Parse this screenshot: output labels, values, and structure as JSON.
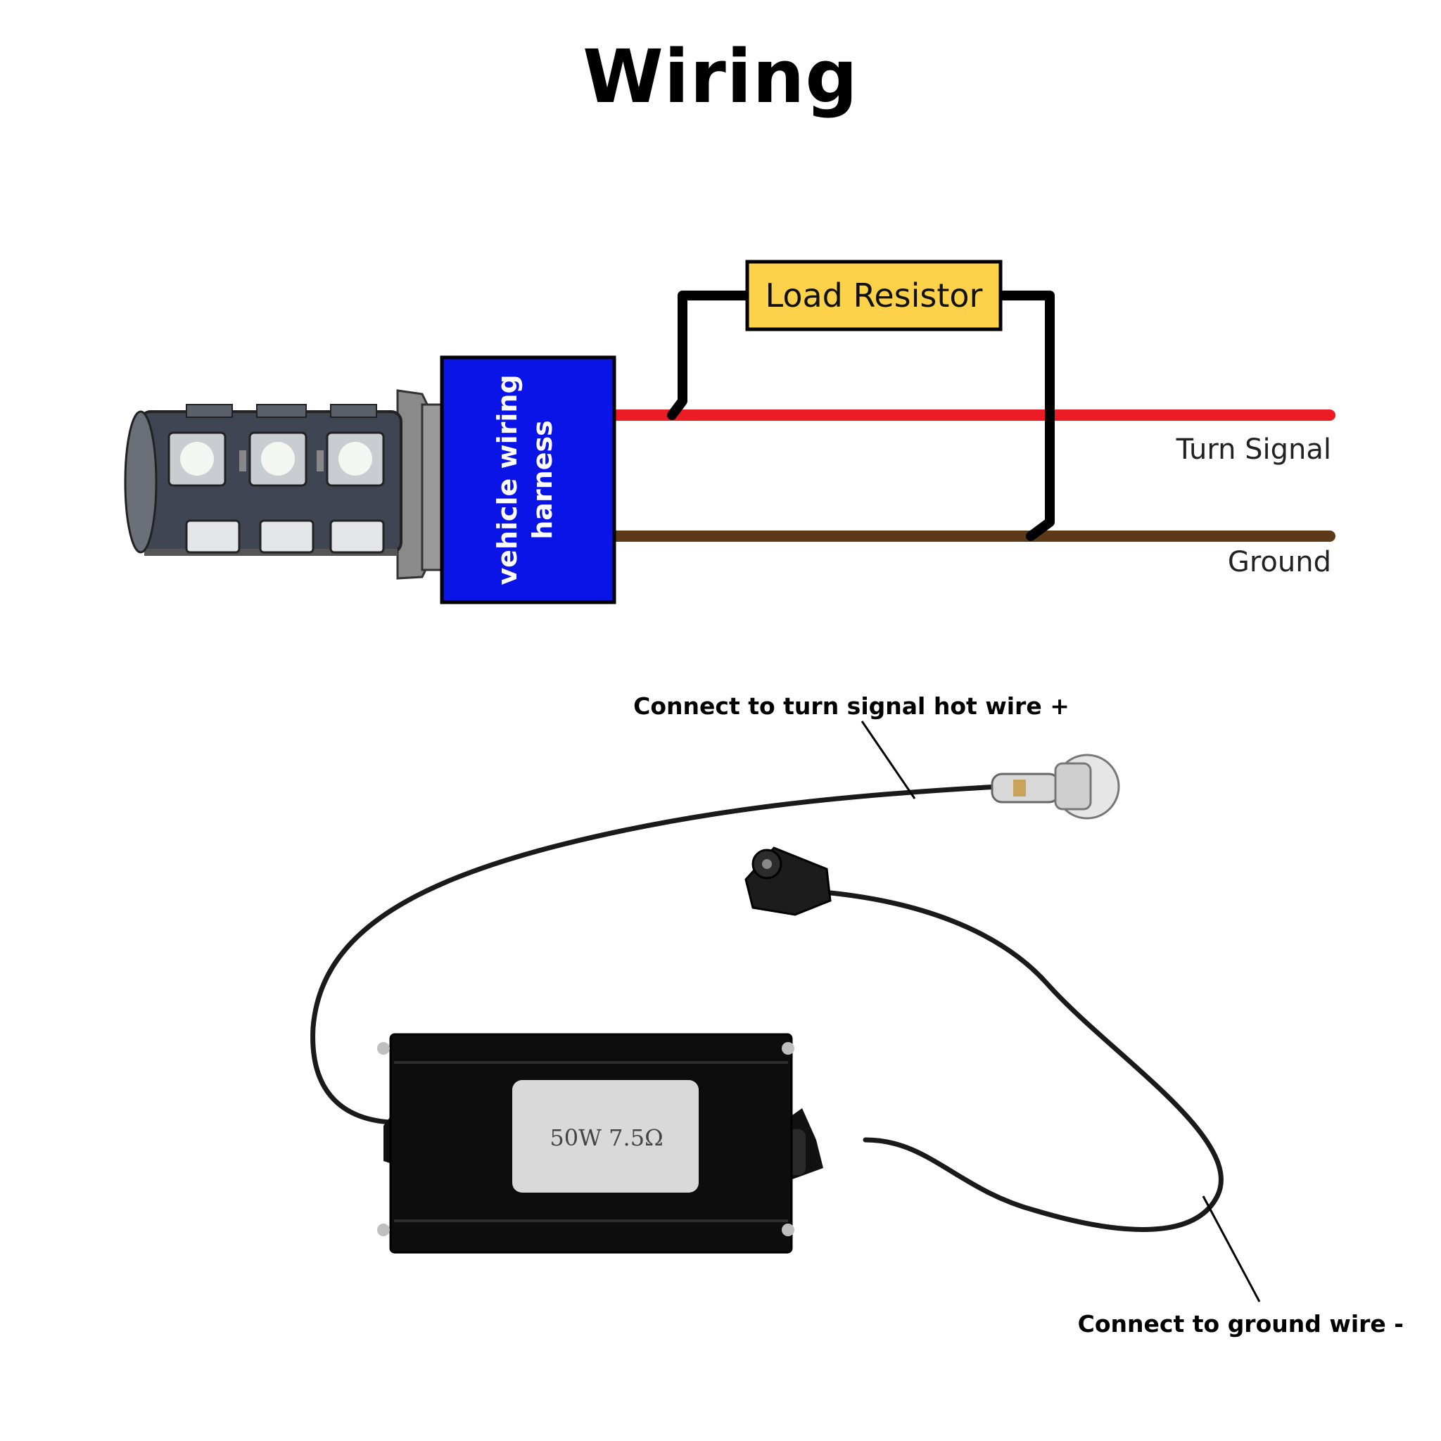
{
  "title": "Wiring",
  "schematic": {
    "harness_label_line1": "vehicle wiring",
    "harness_label_line2": "harness",
    "resistor_label": "Load Resistor",
    "turn_signal_label": "Turn Signal",
    "ground_label": "Ground",
    "colors": {
      "turn_signal_wire": "#ed1c24",
      "ground_wire": "#5c3a17",
      "harness": "#0a14e6",
      "resistor": "#fcd24a"
    }
  },
  "product": {
    "resistor_rating": "50W 7.5Ω",
    "callout_hot": "Connect to turn signal hot wire +",
    "callout_ground": "Connect to ground wire -"
  }
}
